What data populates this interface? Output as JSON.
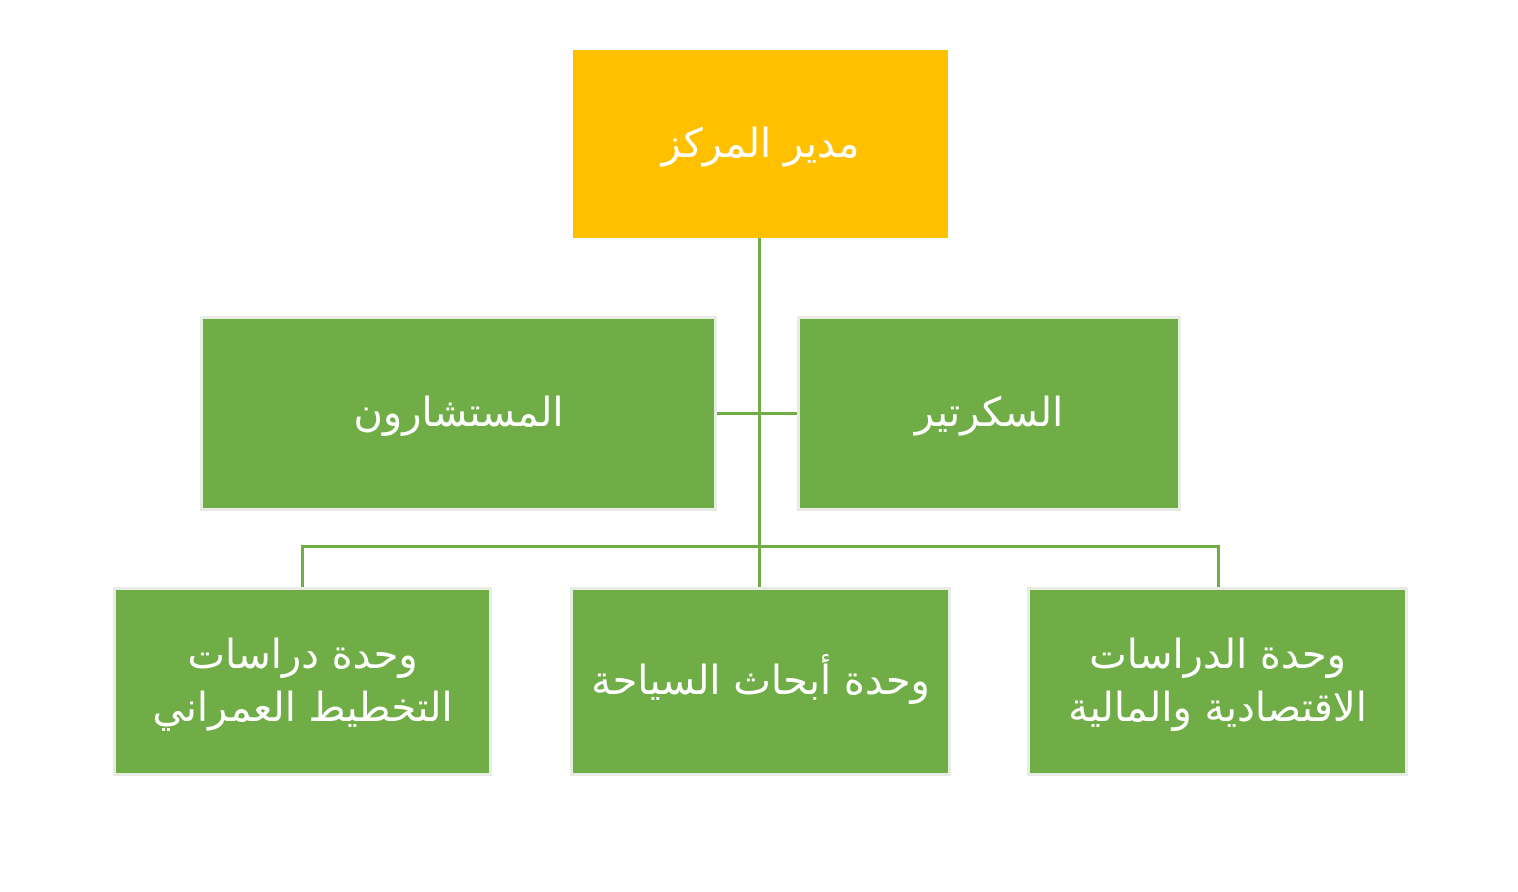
{
  "org_chart": {
    "root": {
      "label": "مدير المركز"
    },
    "assistants": [
      {
        "label": "المستشارون"
      },
      {
        "label": "السكرتير"
      }
    ],
    "units": [
      {
        "label": "وحدة دراسات التخطيط العمراني"
      },
      {
        "label": "وحدة أبحاث السياحة"
      },
      {
        "label": "وحدة الدراسات الاقتصادية والمالية"
      }
    ],
    "colors": {
      "root_fill": "#FFC000",
      "node_fill": "#70AD47",
      "node_border": "#E9ECE5",
      "connector": "#70AD47",
      "text": "#FFFFFF",
      "background": "#FFFFFF"
    }
  }
}
